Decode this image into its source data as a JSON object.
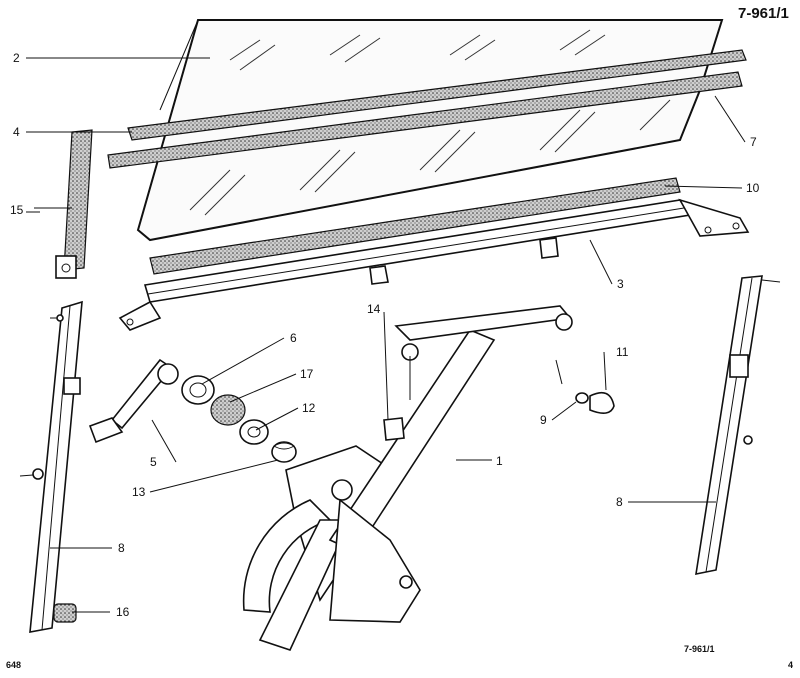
{
  "drawing_number_top": "7-961/1",
  "footer": {
    "left_code": "648",
    "center_code": "7-961/1",
    "page": "4"
  },
  "callouts": {
    "c1": "1",
    "c2": "2",
    "c3": "3",
    "c4": "4",
    "c5": "5",
    "c6": "6",
    "c7": "7",
    "c8a": "8",
    "c8b": "8",
    "c9": "9",
    "c10": "10",
    "c11": "11",
    "c12": "12",
    "c13": "13",
    "c14": "14",
    "c15": "15",
    "c16": "16",
    "c17": "17"
  },
  "colors": {
    "ink": "#111111",
    "paper": "#ffffff"
  }
}
